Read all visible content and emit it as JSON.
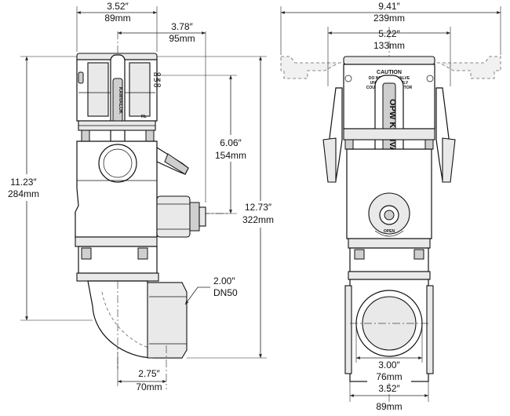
{
  "dimensions": {
    "side_width_top": {
      "in": "3.52″",
      "mm": "89mm"
    },
    "side_handle_offset": {
      "in": "3.78″",
      "mm": "95mm"
    },
    "side_center_to_nut": {
      "in": "6.06″",
      "mm": "154mm"
    },
    "side_overall_height": {
      "in": "11.23″",
      "mm": "284mm"
    },
    "side_total_height": {
      "in": "12.73″",
      "mm": "322mm"
    },
    "side_outlet_size": {
      "in": "2.00″",
      "mm": "DN50"
    },
    "side_outlet_offset": {
      "in": "2.75″",
      "mm": "70mm"
    },
    "front_overall_width": {
      "in": "9.41″",
      "mm": "239mm"
    },
    "front_coupler_width": {
      "in": "5.22″",
      "mm": "133mm"
    },
    "front_outlet_inner": {
      "in": "3.00″",
      "mm": "76mm"
    },
    "front_outlet_outer": {
      "in": "3.52″",
      "mm": "89mm"
    }
  },
  "labels": {
    "caution_title": "CAUTION",
    "caution_line1": "DO NOT OPEN VALVE",
    "caution_line2": "UNLESS PROPERLY",
    "caution_line3": "COUPLED TO ADAPTOR",
    "brand": "OPW KAMVALOK",
    "open_tag": "OPEN"
  }
}
